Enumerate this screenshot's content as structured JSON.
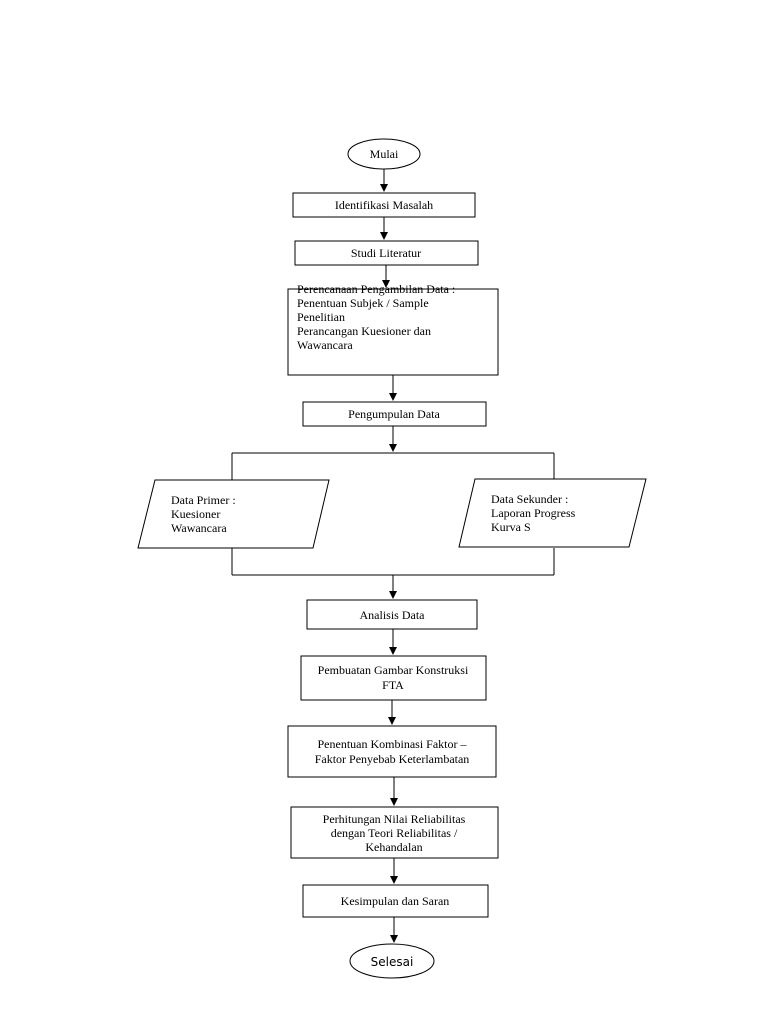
{
  "flowchart": {
    "start": "Mulai",
    "steps": {
      "identifikasi": "Identifikasi Masalah",
      "studi": "Studi Literatur",
      "perencanaan": [
        "Perencanaan Pengambilan Data :",
        "Penentuan Subjek / Sample",
        "Penelitian",
        "Perancangan Kuesioner dan",
        "Wawancara"
      ],
      "pengumpulan": "Pengumpulan Data",
      "data_primer": [
        "Data Primer :",
        "Kuesioner",
        "Wawancara"
      ],
      "data_sekunder": [
        "Data Sekunder :",
        "Laporan Progress",
        "Kurva S"
      ],
      "analisis": "Analisis Data",
      "pembuatan": [
        "Pembuatan Gambar Konstruksi",
        "FTA"
      ],
      "penentuan": [
        "Penentuan Kombinasi Faktor –",
        "Faktor Penyebab Keterlambatan"
      ],
      "perhitungan": [
        "Perhitungan Nilai Reliabilitas",
        "dengan Teori Reliabilitas /",
        "Kehandalan"
      ],
      "kesimpulan": "Kesimpulan dan Saran"
    },
    "end": "Selesai"
  }
}
